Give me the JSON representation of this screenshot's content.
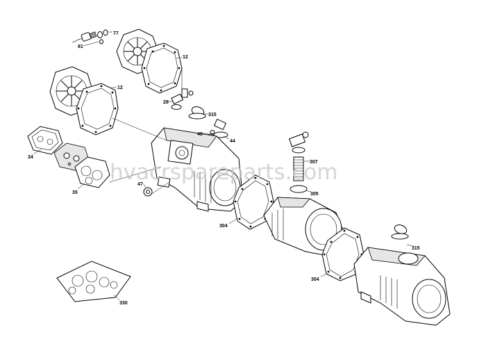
{
  "watermark": "hvacrspareparts.com",
  "callouts": [
    "77",
    "81",
    "12",
    "12",
    "28",
    "315",
    "48",
    "44",
    "34",
    "35",
    "47",
    "307",
    "305",
    "304",
    "304",
    "315",
    "330"
  ]
}
